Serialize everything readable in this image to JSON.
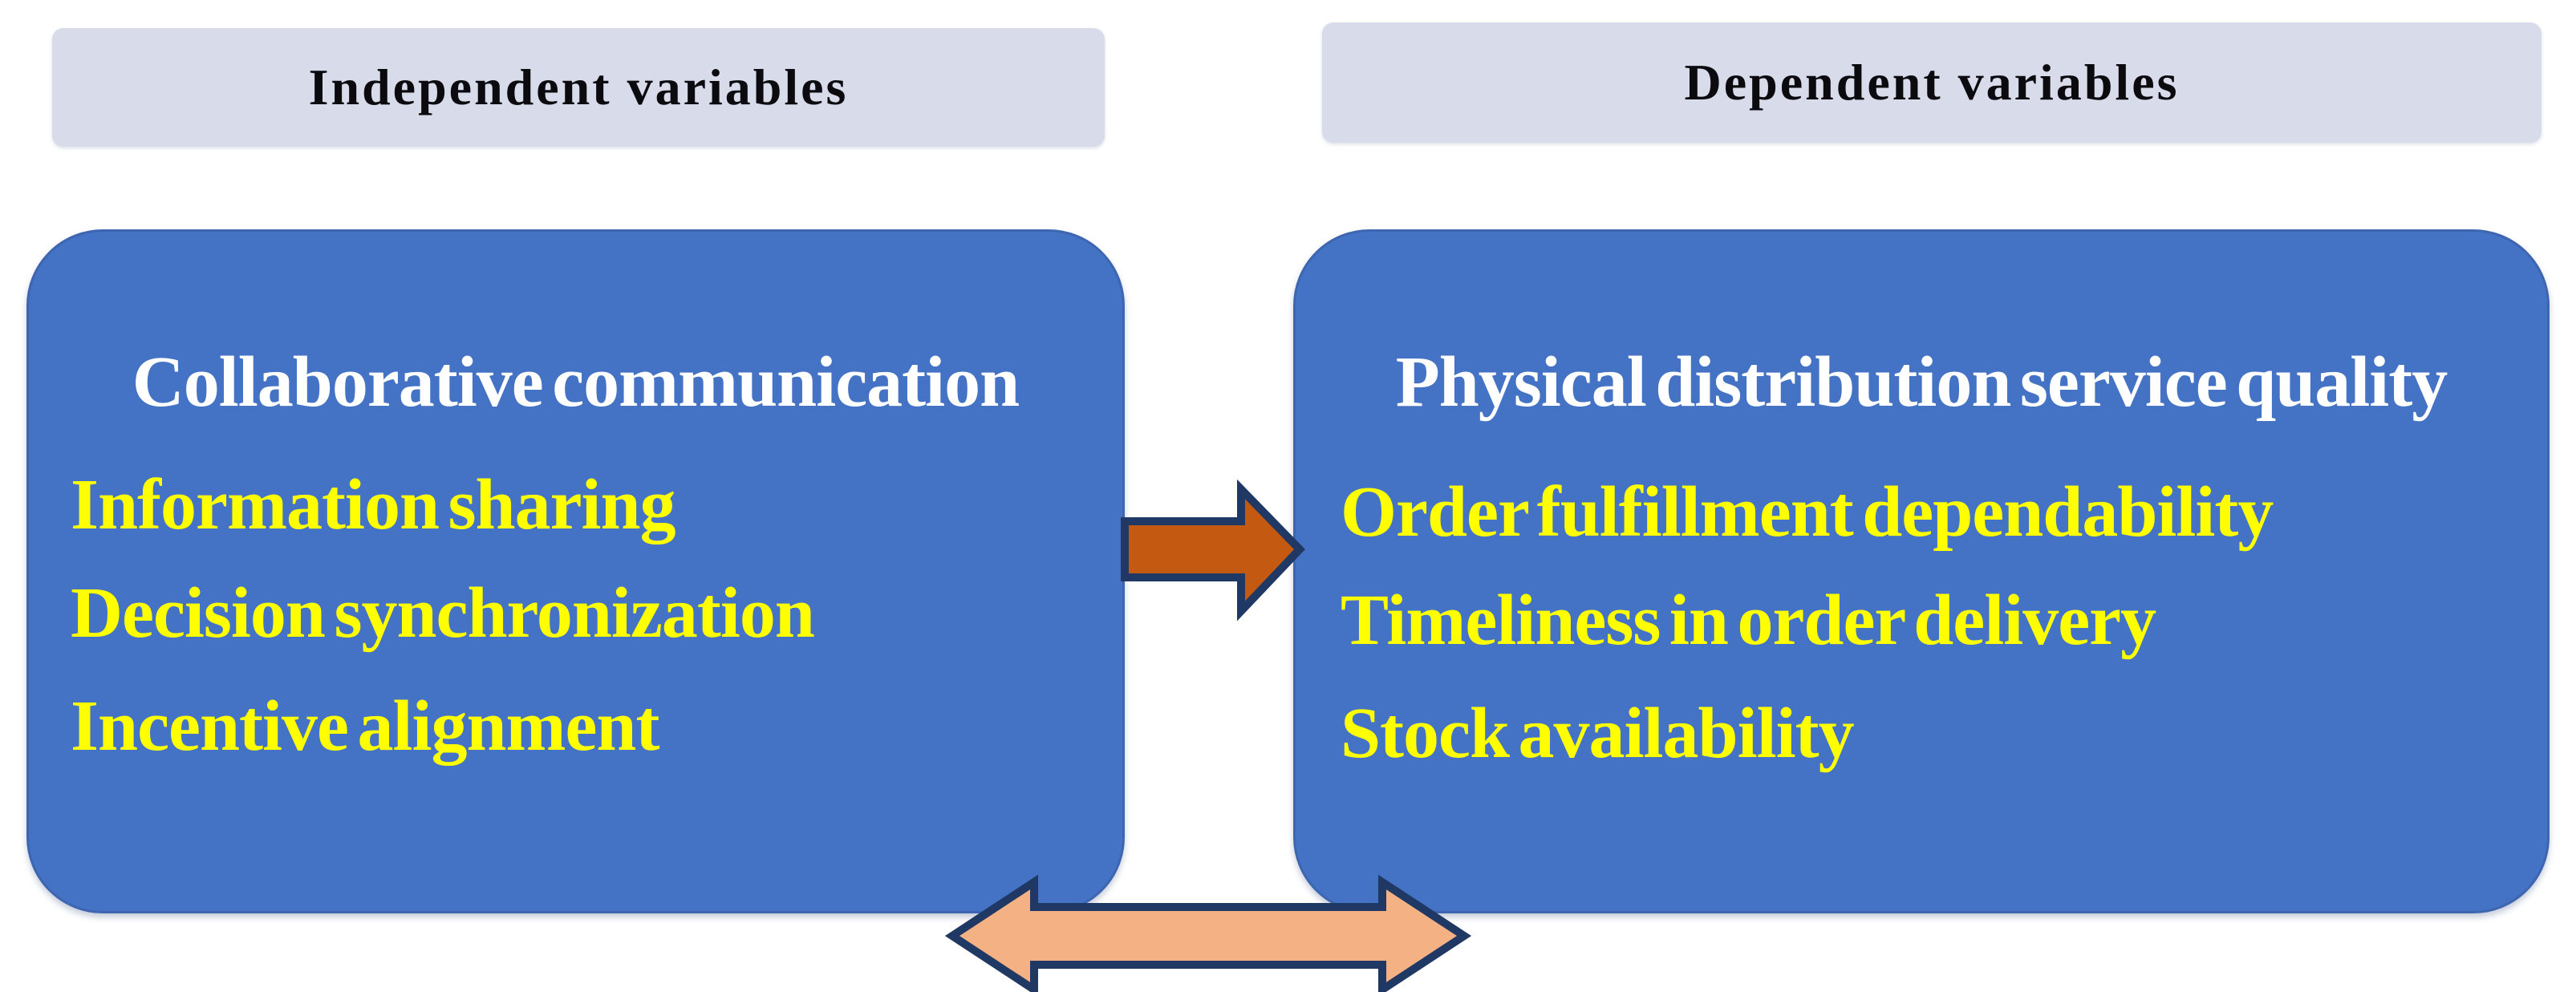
{
  "headers": {
    "left": "Independent variables",
    "right": "Dependent variables"
  },
  "left_panel": {
    "title": "Collaborative communication",
    "items": [
      "Information sharing",
      "Decision synchronization",
      "Incentive alignment"
    ]
  },
  "right_panel": {
    "title": "Physical distribution service quality",
    "items": [
      "Order fulfillment dependability",
      "Timeliness in order delivery",
      "Stock availability"
    ]
  },
  "arrows": {
    "causal": "right-arrow",
    "association": "double-headed-arrow"
  },
  "colors": {
    "panel_blue": "#4472C4",
    "panel_border": "#3E66B0",
    "header_bg": "#D8DBE9",
    "header_text": "#0B0B0F",
    "title_white": "#FFFFFF",
    "item_yellow": "#FFFF00",
    "mid_arrow_fill": "#C45911",
    "bottom_arrow_fill": "#F4B183",
    "arrow_outline": "#1F3864"
  }
}
